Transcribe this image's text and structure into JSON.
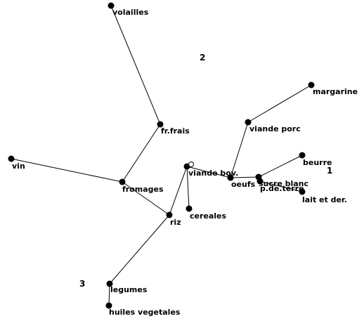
{
  "diagram": {
    "groups": [
      "2",
      "1",
      "3"
    ],
    "nodes": [
      {
        "id": "volailles",
        "label": "volailles"
      },
      {
        "id": "fr_frais",
        "label": "fr.frais"
      },
      {
        "id": "vin",
        "label": "vin"
      },
      {
        "id": "fromages",
        "label": "fromages"
      },
      {
        "id": "riz",
        "label": "riz"
      },
      {
        "id": "legumes",
        "label": "legumes"
      },
      {
        "id": "huiles",
        "label": "huiles vegetales"
      },
      {
        "id": "viande_bov",
        "label": "viande bov."
      },
      {
        "id": "cereales",
        "label": "cereales"
      },
      {
        "id": "oeufs",
        "label": "oeufs"
      },
      {
        "id": "viande_porc",
        "label": "viande porc"
      },
      {
        "id": "margarine",
        "label": "margarine"
      },
      {
        "id": "sucre",
        "label": "sucre blanc"
      },
      {
        "id": "p_de_terre",
        "label": "p.de.terre"
      },
      {
        "id": "beurre",
        "label": "beurre"
      },
      {
        "id": "lait",
        "label": "lait et der."
      }
    ],
    "edges": [
      [
        "volailles",
        "fr_frais"
      ],
      [
        "fr_frais",
        "fromages"
      ],
      [
        "vin",
        "fromages"
      ],
      [
        "fromages",
        "riz"
      ],
      [
        "riz",
        "legumes"
      ],
      [
        "legumes",
        "huiles"
      ],
      [
        "riz",
        "viande_bov"
      ],
      [
        "viande_bov",
        "cereales"
      ],
      [
        "viande_bov",
        "oeufs"
      ],
      [
        "oeufs",
        "viande_porc"
      ],
      [
        "viande_porc",
        "margarine"
      ],
      [
        "oeufs",
        "sucre"
      ],
      [
        "sucre",
        "beurre"
      ],
      [
        "sucre",
        "p_de_terre"
      ],
      [
        "p_de_terre",
        "lait"
      ]
    ]
  }
}
